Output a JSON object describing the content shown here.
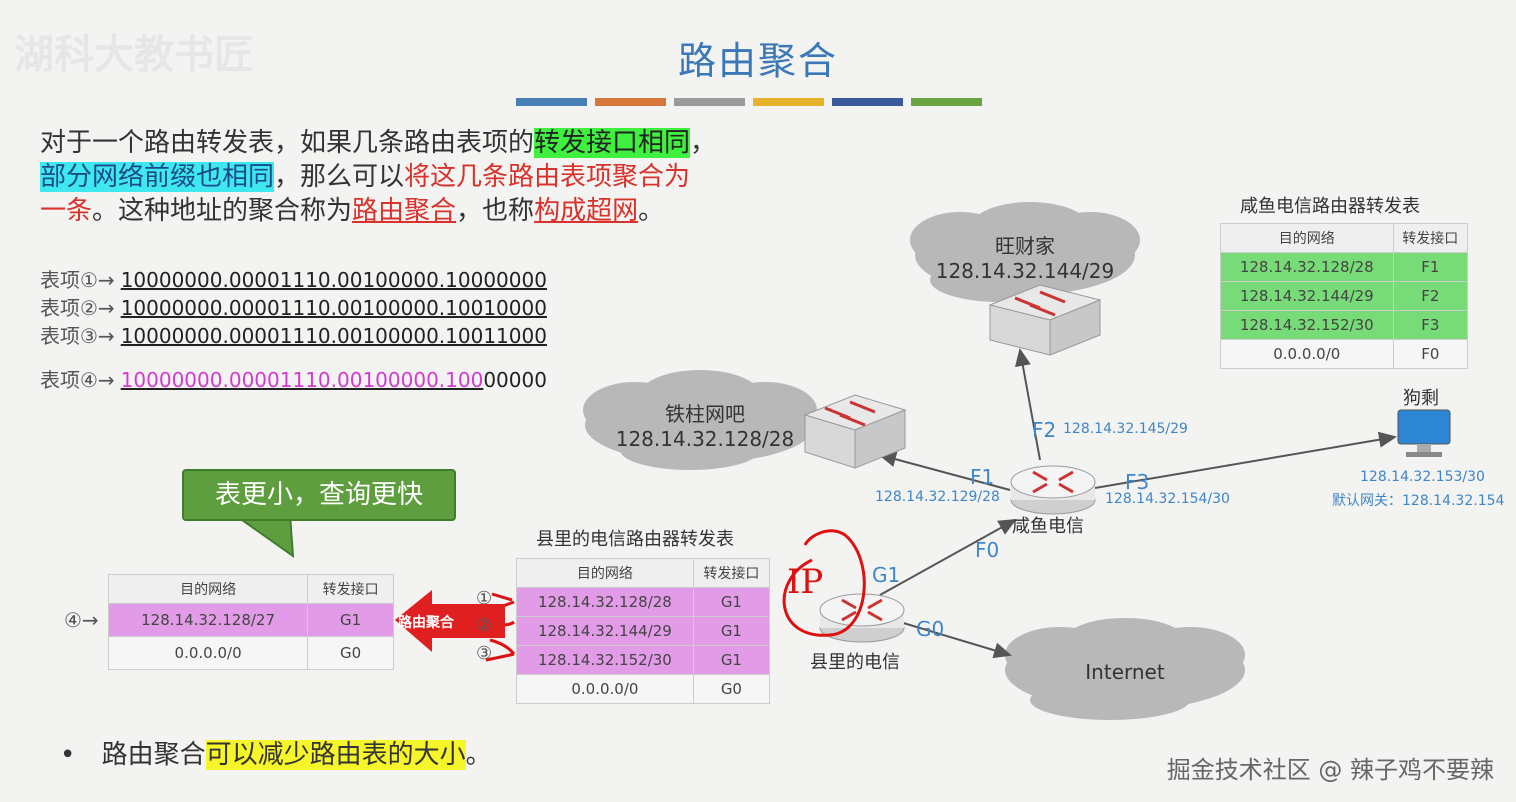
{
  "title": "路由聚合",
  "title_bar_colors": [
    "#4a7fb6",
    "#d7773a",
    "#9a9a9a",
    "#e4b32a",
    "#3c5a9a",
    "#6aa442"
  ],
  "intro": {
    "p1": "对于一个路由转发表，如果几条路由表项的",
    "p1_hl": "转发接口相同",
    "p1_end": "，",
    "p2_hl": "部分网络前缀也相同",
    "p2": "，那么可以",
    "p2_red": "将这几条路由表项聚合为",
    "p3_red": "一条",
    "p3": "。这种地址的聚合称为",
    "p3_ul1": "路由聚合",
    "p3_mid": "，也称",
    "p3_ul2": "构成超网",
    "p3_end": "。"
  },
  "entries": [
    {
      "label": "表项①→",
      "bits": "10000000.00001110.00100000.10000000"
    },
    {
      "label": "表项②→",
      "bits": "10000000.00001110.00100000.10010000"
    },
    {
      "label": "表项③→",
      "bits": "10000000.00001110.00100000.10011000"
    }
  ],
  "entry4": {
    "label": "表项④→",
    "bits_prefix": "10000000.00001110.00100000.100",
    "bits_rest": "00000"
  },
  "callout": "表更小，查询更快",
  "agg_table": {
    "marker": "④→",
    "headers": [
      "目的网络",
      "转发接口"
    ],
    "rows": [
      [
        "128.14.32.128/27",
        "G1"
      ],
      [
        "0.0.0.0/0",
        "G0"
      ]
    ]
  },
  "agg_arrow_label": "路由聚合",
  "county_table": {
    "caption": "县里的电信路由器转发表",
    "markers": [
      "①",
      "②",
      "③"
    ],
    "headers": [
      "目的网络",
      "转发接口"
    ],
    "rows": [
      [
        "128.14.32.128/28",
        "G1"
      ],
      [
        "128.14.32.144/29",
        "G1"
      ],
      [
        "128.14.32.152/30",
        "G1"
      ],
      [
        "0.0.0.0/0",
        "G0"
      ]
    ]
  },
  "xianyu_table": {
    "caption": "咸鱼电信路由器转发表",
    "headers": [
      "目的网络",
      "转发接口"
    ],
    "rows": [
      [
        "128.14.32.128/28",
        "F1"
      ],
      [
        "128.14.32.144/29",
        "F2"
      ],
      [
        "128.14.32.152/30",
        "F3"
      ],
      [
        "0.0.0.0/0",
        "F0"
      ]
    ]
  },
  "clouds": {
    "wangcai": {
      "name": "旺财家",
      "net": "128.14.32.144/29"
    },
    "tiezhu": {
      "name": "铁柱网吧",
      "net": "128.14.32.128/28"
    },
    "internet": {
      "name": "Internet"
    }
  },
  "routers": {
    "xianyu": "咸鱼电信",
    "county": "县里的电信"
  },
  "iface": {
    "f1": "F1",
    "f1_ip": "128.14.32.129/28",
    "f2": "F2",
    "f2_ip": "128.14.32.145/29",
    "f3": "F3",
    "f3_ip": "128.14.32.154/30",
    "f0": "F0",
    "g1": "G1",
    "g0": "G0"
  },
  "host": {
    "name": "狗剩",
    "ip": "128.14.32.153/30",
    "gw": "默认网关：128.14.32.154"
  },
  "annotation": "IP",
  "bullet": {
    "dot": "•",
    "text": "路由聚合",
    "hl": "可以减少路由表的大小",
    "end": "。"
  },
  "watermark": "掘金技术社区 @ 辣子鸡不要辣",
  "logo": "湖科大教书匠"
}
